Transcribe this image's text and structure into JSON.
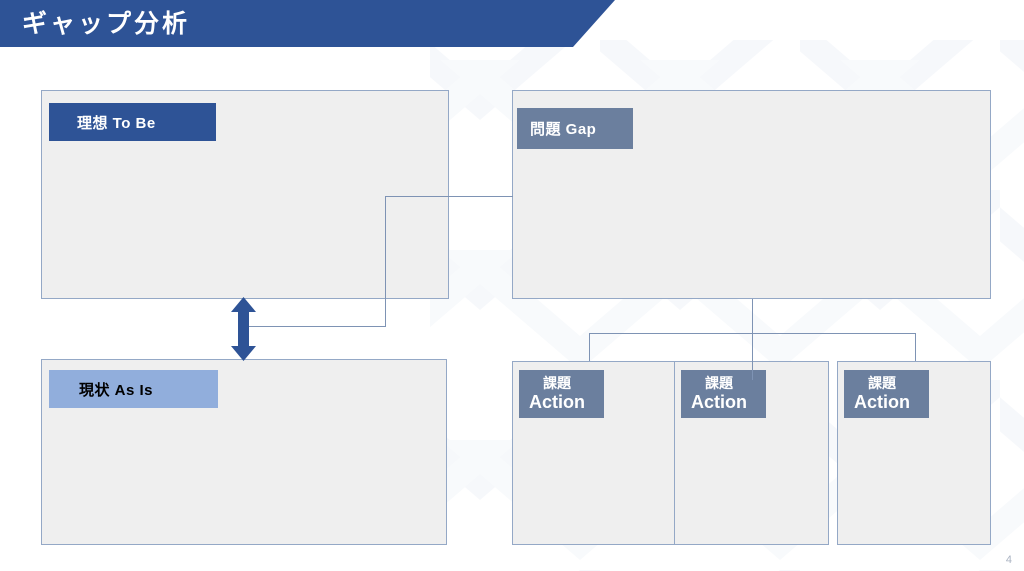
{
  "slide": {
    "title": "ギャップ分析",
    "page_number": "4",
    "accent_dark_blue": "#2E5396",
    "accent_slate_blue": "#6B7F9E",
    "accent_light_blue": "#91AEDC",
    "panel_fill": "#EFEFEF",
    "panel_border": "#94A8C6",
    "connector_color": "#7E93B4",
    "background": "#FFFFFF"
  },
  "boxes": {
    "to_be": {
      "header_jp": "理想",
      "header_en": "To Be",
      "header_label": "理想  To Be",
      "body_text": ""
    },
    "as_is": {
      "header_jp": "現状",
      "header_en": "As Is",
      "header_label": "現状  As Is",
      "body_text": ""
    },
    "gap": {
      "header_jp": "問題",
      "header_en": "Gap",
      "header_label": "問題 Gap",
      "body_text": ""
    },
    "actions": [
      {
        "header_jp": "課題",
        "header_en": "Action",
        "body_text": ""
      },
      {
        "header_jp": "課題",
        "header_en": "Action",
        "body_text": ""
      },
      {
        "header_jp": "課題",
        "header_en": "Action",
        "body_text": ""
      }
    ]
  },
  "connectors": {
    "gap_arrow_name": "double-headed-vertical-arrow",
    "gap_arrow_meaning": "gap between To Be and As Is"
  }
}
